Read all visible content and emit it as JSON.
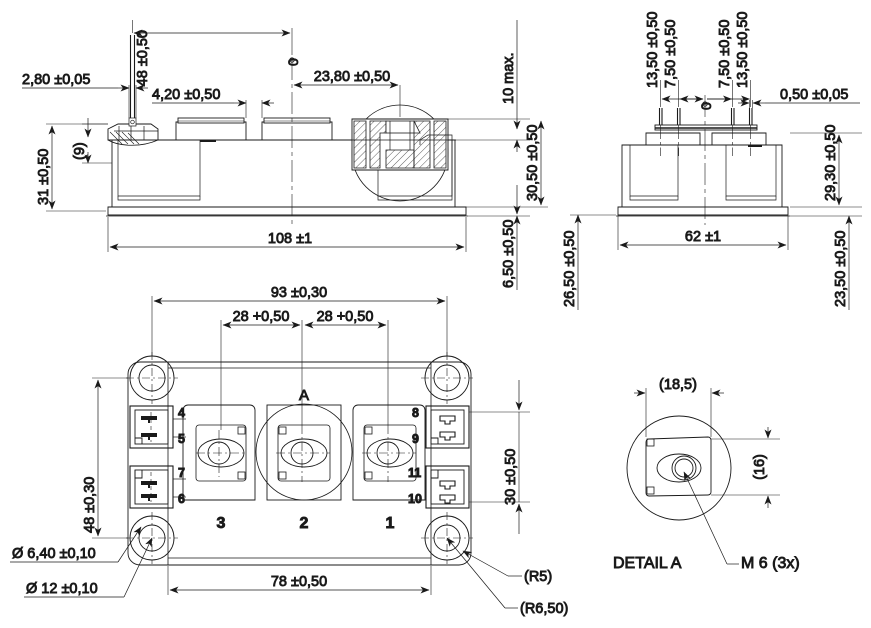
{
  "drawing": {
    "title": "Power module outline dimension drawing",
    "units": "mm",
    "line_color": "#1a1a1a",
    "background": "#ffffff"
  },
  "front_view": {
    "name": "front-elevation",
    "dims": {
      "pin_offset_48": "48 ±0,50",
      "pin_width_280": "2,80 ±0,05",
      "terminal_gap_420": "4,20 ±0,50",
      "datum_zero": "0",
      "screw_offset_2380": "23,80 ±0,50",
      "height_max_10": "10 max.",
      "total_height_31": "31 ±0,50",
      "base_height_9": "(9)",
      "body_height_3050": "30,50 ±0,50",
      "baseplate_650": "6,50 ±0,50",
      "length_108": "108 ±1"
    }
  },
  "side_view": {
    "name": "side-elevation",
    "dims": {
      "pin_1350_left": "13,50 ±0,50",
      "pin_750_left": "7,50 ±0,50",
      "datum_zero": "0",
      "pin_750_right": "7,50 ±0,50",
      "pin_1350_right": "13,50 ±0,50",
      "pin_thickness_050": "0,50 ±0,05",
      "height_2930": "29,30 ±0,50",
      "width_62": "62 ±1",
      "ref_2650": "26,50 ±0,50",
      "ref_2350": "23,50 ±0,50"
    }
  },
  "plan_view": {
    "name": "top-plan-view",
    "dims": {
      "mount_span_93": "93 ±0,30",
      "pitch_28_left": "28 +0,50",
      "pitch_28_right": "28 +0,50",
      "mount_span_48": "48 ±0,30",
      "terminal_span_30": "30 ±0,50",
      "body_width_78": "78 ±0,50",
      "hole_small": "Ø 6,40 ±0,10",
      "hole_large": "Ø 12 ±0,10",
      "radius_r5": "(R5)",
      "radius_r650": "(R6,50)"
    },
    "detail_marker": "A",
    "power_terminal_labels": [
      "3",
      "2",
      "1"
    ],
    "aux_pins_left": [
      "4",
      "5",
      "7",
      "6"
    ],
    "aux_pins_right": [
      "8",
      "9",
      "11",
      "10"
    ]
  },
  "detail_view": {
    "name": "detail-a",
    "caption": "DETAIL A",
    "thread_callout": "M 6 (3x)",
    "dims": {
      "width_185": "(18,5)",
      "height_16": "(16)"
    }
  }
}
